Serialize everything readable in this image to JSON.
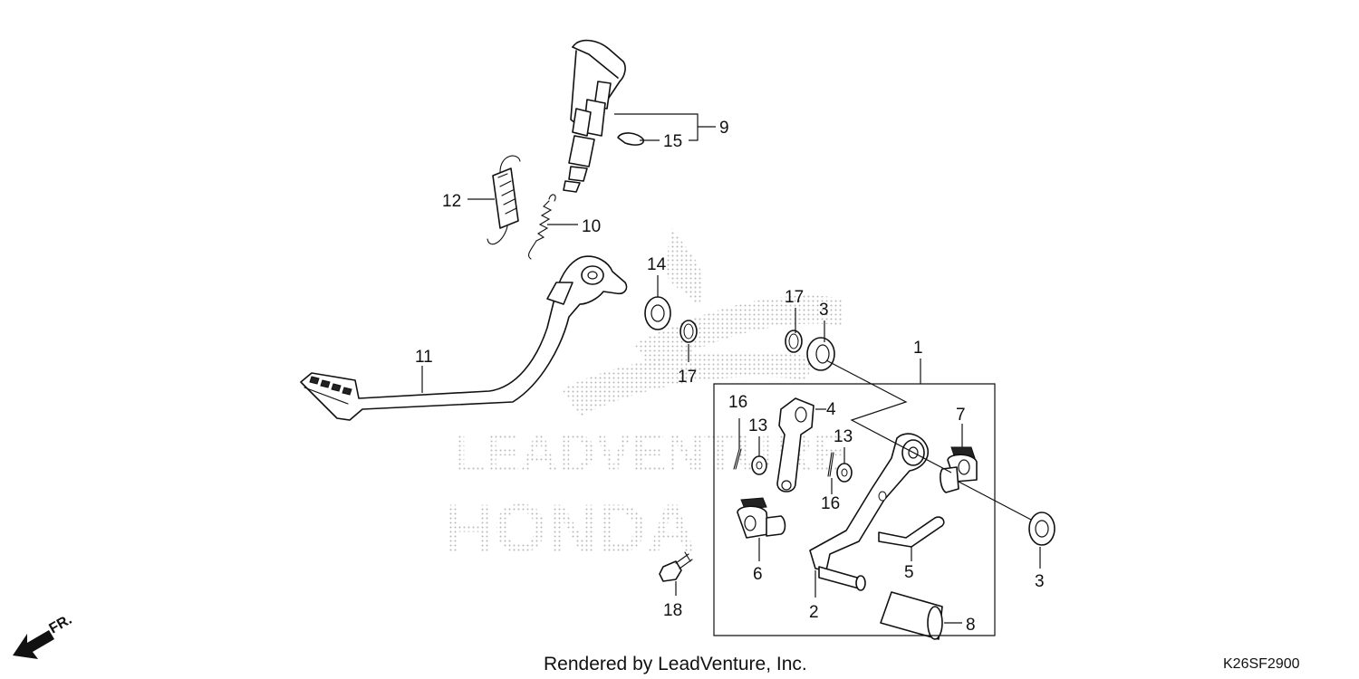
{
  "diagram": {
    "callouts": [
      {
        "id": "c1",
        "text": "1"
      },
      {
        "id": "c2",
        "text": "2"
      },
      {
        "id": "c3a",
        "text": "3"
      },
      {
        "id": "c3b",
        "text": "3"
      },
      {
        "id": "c4",
        "text": "4"
      },
      {
        "id": "c5",
        "text": "5"
      },
      {
        "id": "c6",
        "text": "6"
      },
      {
        "id": "c7",
        "text": "7"
      },
      {
        "id": "c8",
        "text": "8"
      },
      {
        "id": "c9",
        "text": "9"
      },
      {
        "id": "c10",
        "text": "10"
      },
      {
        "id": "c11",
        "text": "11"
      },
      {
        "id": "c12",
        "text": "12"
      },
      {
        "id": "c13a",
        "text": "13"
      },
      {
        "id": "c13b",
        "text": "13"
      },
      {
        "id": "c14",
        "text": "14"
      },
      {
        "id": "c15",
        "text": "15"
      },
      {
        "id": "c16a",
        "text": "16"
      },
      {
        "id": "c16b",
        "text": "16"
      },
      {
        "id": "c17a",
        "text": "17"
      },
      {
        "id": "c17b",
        "text": "17"
      },
      {
        "id": "c18",
        "text": "18"
      }
    ],
    "credit": "Rendered by LeadVenture, Inc.",
    "diagram_code": "K26SF2900",
    "front_label": "FR.",
    "watermark_top": "LEADVENTURE",
    "watermark_bottom": "HONDA"
  }
}
